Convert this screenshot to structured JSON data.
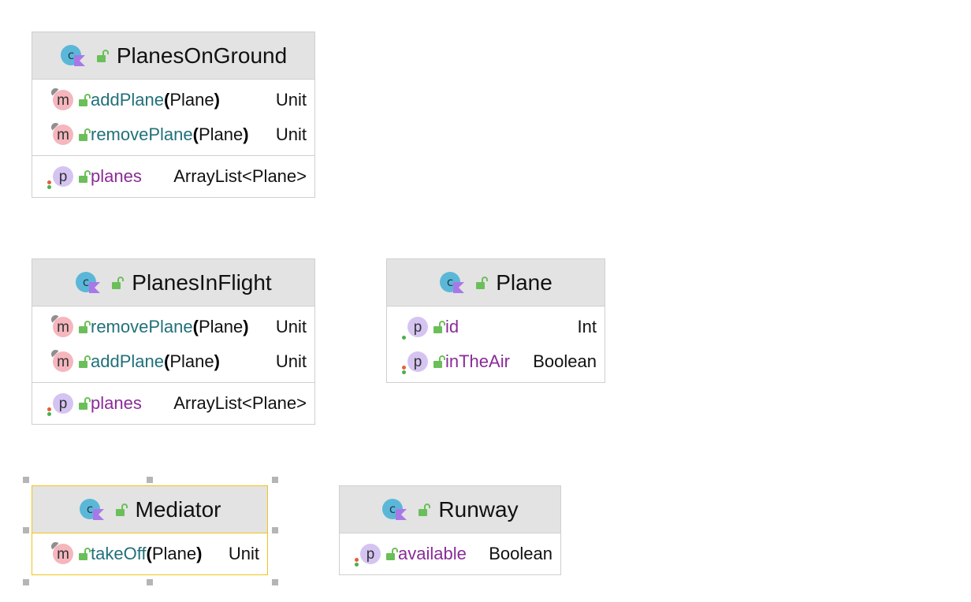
{
  "classes": [
    {
      "name": "PlanesOnGround",
      "methods": [
        {
          "name": "addPlane",
          "param": "Plane",
          "type": "Unit"
        },
        {
          "name": "removePlane",
          "param": "Plane",
          "type": "Unit"
        }
      ],
      "properties": [
        {
          "name": "planes",
          "type": "ArrayList<Plane>"
        }
      ]
    },
    {
      "name": "PlanesInFlight",
      "methods": [
        {
          "name": "removePlane",
          "param": "Plane",
          "type": "Unit"
        },
        {
          "name": "addPlane",
          "param": "Plane",
          "type": "Unit"
        }
      ],
      "properties": [
        {
          "name": "planes",
          "type": "ArrayList<Plane>"
        }
      ]
    },
    {
      "name": "Plane",
      "methods": [],
      "properties": [
        {
          "name": "id",
          "type": "Int"
        },
        {
          "name": "inTheAir",
          "type": "Boolean"
        }
      ]
    },
    {
      "name": "Mediator",
      "selected": true,
      "methods": [
        {
          "name": "takeOff",
          "param": "Plane",
          "type": "Unit"
        }
      ],
      "properties": []
    },
    {
      "name": "Runway",
      "methods": [],
      "properties": [
        {
          "name": "available",
          "type": "Boolean"
        }
      ]
    }
  ],
  "icons": {
    "class": "kotlin-class-icon",
    "method": "method-icon",
    "property": "property-icon",
    "visibility": "public-lock-icon"
  },
  "colors": {
    "header": "#e3e3e3",
    "border": "#cfcfcf",
    "selection": "#f0c419",
    "method_name": "#21707a",
    "property_name": "#8a2b98",
    "method_badge": "#f5b6bd",
    "property_badge": "#d5c4f2",
    "class_badge": "#5bb7d8",
    "lock": "#6bbf59"
  }
}
